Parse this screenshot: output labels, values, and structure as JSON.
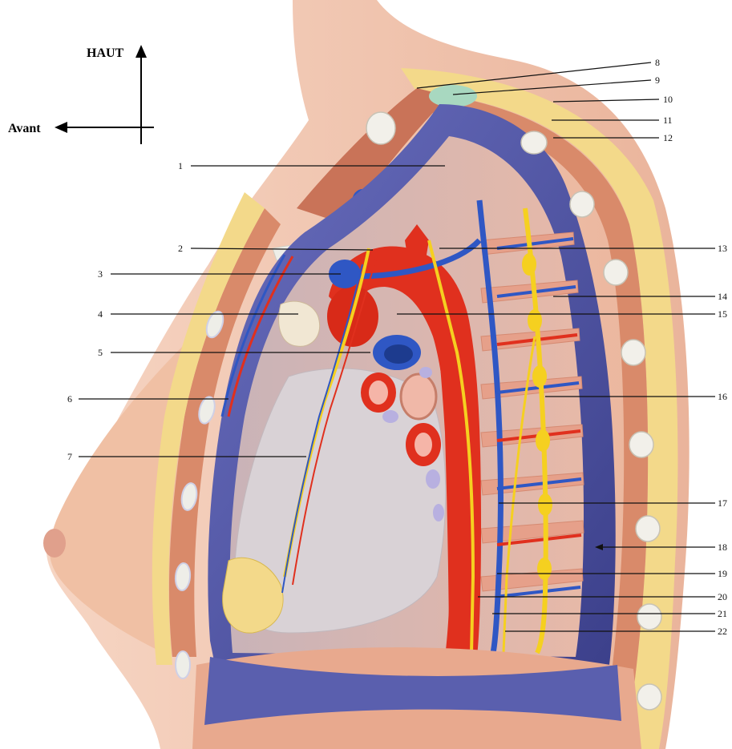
{
  "orientation": {
    "up_label": "HAUT",
    "front_label": "Avant"
  },
  "callouts": [
    {
      "id": "1",
      "label": "1"
    },
    {
      "id": "2",
      "label": "2"
    },
    {
      "id": "3",
      "label": "3"
    },
    {
      "id": "4",
      "label": "4"
    },
    {
      "id": "5",
      "label": "5"
    },
    {
      "id": "6",
      "label": "6"
    },
    {
      "id": "7",
      "label": "7"
    },
    {
      "id": "8",
      "label": "8"
    },
    {
      "id": "9",
      "label": "9"
    },
    {
      "id": "10",
      "label": "10"
    },
    {
      "id": "11",
      "label": "11"
    },
    {
      "id": "12",
      "label": "12"
    },
    {
      "id": "13",
      "label": "13"
    },
    {
      "id": "14",
      "label": "14"
    },
    {
      "id": "15",
      "label": "15"
    },
    {
      "id": "16",
      "label": "16"
    },
    {
      "id": "17",
      "label": "17"
    },
    {
      "id": "18",
      "label": "18"
    },
    {
      "id": "19",
      "label": "19"
    },
    {
      "id": "20",
      "label": "20"
    },
    {
      "id": "21",
      "label": "21"
    },
    {
      "id": "22",
      "label": "22"
    }
  ],
  "colors": {
    "skin": "#f2c3aa",
    "muscle": "#d98a6a",
    "fat": "#f3d98a",
    "pleura": "#4a4e9a",
    "pleura_light": "#8f93d0",
    "pericardium": "#d9d2d6",
    "artery": "#e0301e",
    "vein": "#2f57c4",
    "nerve": "#f5d020",
    "bone": "#eeeee8"
  }
}
